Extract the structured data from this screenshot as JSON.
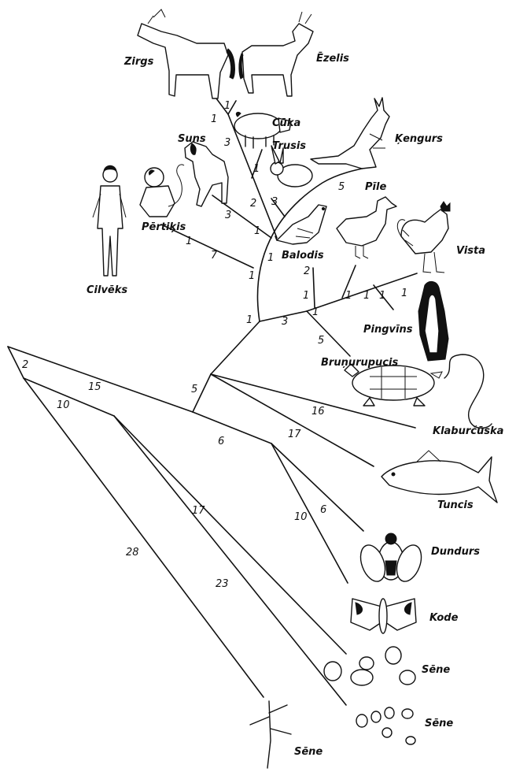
{
  "organisms": {
    "zirgs": "Zirgs",
    "ezelis": "Ēzelis",
    "cuka": "Cūka",
    "kengurs": "Ķengurs",
    "suns": "Suns",
    "trusis": "Trusis",
    "pertikis": "Pērtiķis",
    "pile": "Pīle",
    "balodis": "Balodis",
    "vista": "Vista",
    "cilveks": "Cilvēks",
    "pingvins": "Pingvīns",
    "brunurupucis": "Bruņurupucis",
    "klaburcuska": "Klaburčūska",
    "tuncis": "Tuncis",
    "dundurs": "Dundurs",
    "kode": "Kode",
    "sene1": "Sēne",
    "sene2": "Sēne",
    "sene3": "Sēne"
  },
  "distances": {
    "horse_tip": "1",
    "horse_donkey": "1",
    "horse_stem": "3",
    "pig": "1",
    "pig_stem": "2",
    "rabbit": "3",
    "kangaroo": "5",
    "dog": "3",
    "dog_node": "1",
    "monkey_outer": "1",
    "monkey": "7",
    "mammal_node": "1",
    "mammal_stem": "1",
    "pigeon": "2",
    "bird_node": "1",
    "duck": "1",
    "chicken": "1",
    "penguin_a": "1",
    "penguin_b": "1",
    "bird_stem_node": "1",
    "bird_stem": "3",
    "amniote_node": "1",
    "turtle": "5",
    "vertebrate_node": "5",
    "snake": "16",
    "tuna": "17",
    "animal_stem": "6",
    "fly": "6",
    "moth": "10",
    "root_left": "2",
    "fungi_split": "15",
    "fungi_left": "10",
    "fungus_a": "17",
    "fungus_b": "23",
    "fungus_c": "28"
  }
}
